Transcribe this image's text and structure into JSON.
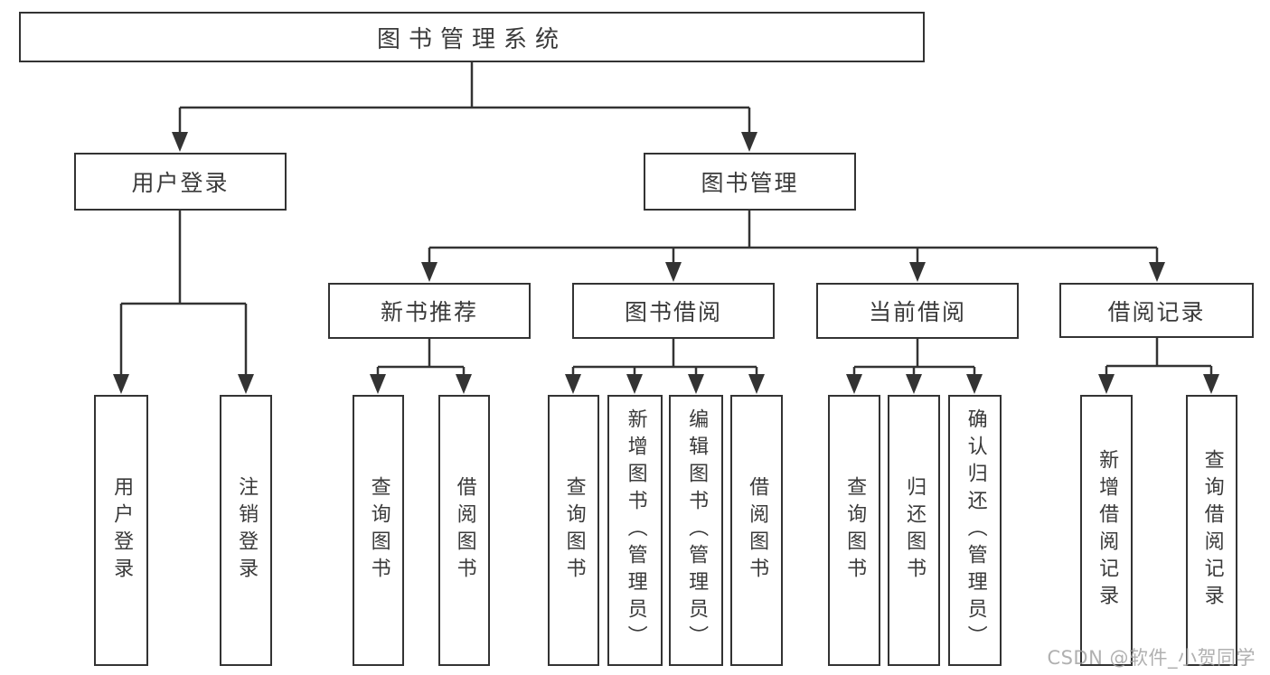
{
  "tree": {
    "label": "图书管理系统",
    "children": [
      {
        "label": "用户登录",
        "children": [
          {
            "label": "用户登录"
          },
          {
            "label": "注销登录"
          }
        ]
      },
      {
        "label": "图书管理",
        "children": [
          {
            "label": "新书推荐",
            "children": [
              {
                "label": "查询图书"
              },
              {
                "label": "借阅图书"
              }
            ]
          },
          {
            "label": "图书借阅",
            "children": [
              {
                "label": "查询图书"
              },
              {
                "label": "新增图书（管理员）"
              },
              {
                "label": "编辑图书（管理员）"
              },
              {
                "label": "借阅图书"
              }
            ]
          },
          {
            "label": "当前借阅",
            "children": [
              {
                "label": "查询图书"
              },
              {
                "label": "归还图书"
              },
              {
                "label": "确认归还（管理员）"
              }
            ]
          },
          {
            "label": "借阅记录",
            "children": [
              {
                "label": "新增借阅记录"
              },
              {
                "label": "查询借阅记录"
              }
            ]
          }
        ]
      }
    ]
  },
  "watermark": {
    "text": "CSDN @软件_小贺同学"
  },
  "colors": {
    "line": "#333333",
    "text": "#3a3a3a",
    "box_background": "#ffffff",
    "watermark": "#a2a2a2"
  }
}
